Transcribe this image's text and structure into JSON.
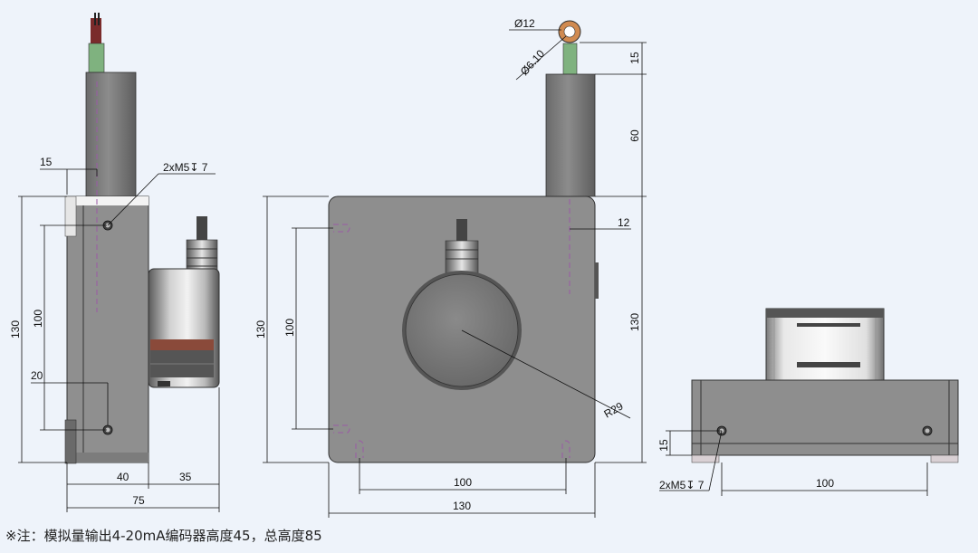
{
  "side_view": {
    "dim_15": "15",
    "thread_callout": "2xM5↧ 7",
    "dim_130": "130",
    "dim_100": "100",
    "dim_20": "20",
    "dim_40": "40",
    "dim_35": "35",
    "dim_75": "75"
  },
  "front_view": {
    "ring_dia": "Ø12",
    "cable_dia": "Ø6.10",
    "dim_15": "15",
    "dim_60": "60",
    "dim_12": "12",
    "dim_130_right": "130",
    "dim_130_left": "130",
    "dim_100_left": "100",
    "radius": "R29",
    "dim_100_bottom": "100",
    "dim_130_bottom": "130"
  },
  "top_view": {
    "dim_15": "15",
    "thread_callout": "2xM5↧ 7",
    "dim_100": "100"
  },
  "note": "※注：模拟量输出4-20mA编码器高度45，总高度85"
}
